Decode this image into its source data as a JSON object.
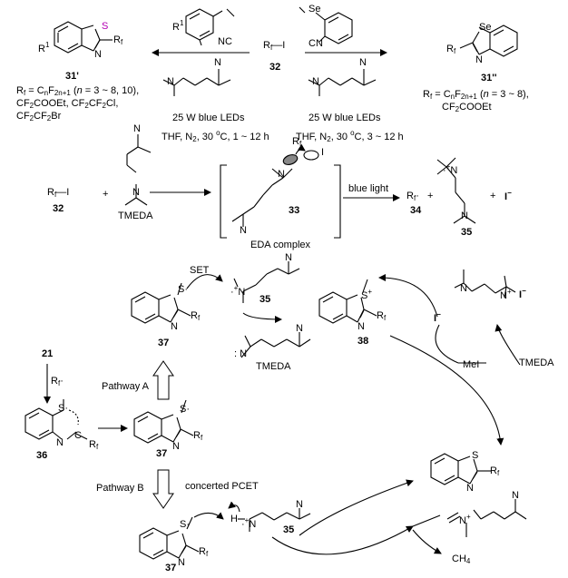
{
  "top": {
    "left_product": {
      "label": "31'",
      "sub_line1": "R",
      "sub_line1b": "f",
      "sub_line1c": " = C",
      "sub_line1d": "n",
      "sub_line1e": "F",
      "sub_line1f": "2n+1",
      "sub_line1g": " (n = 3 ~ 8, 10),",
      "sub_line2": "CF2COOEt, CF2CF2Cl,",
      "sub_line3": "CF2CF2Br"
    },
    "reagent_label": "32",
    "left_conditions": [
      "25 W blue LEDs",
      "THF, N2, 30 oC, 1 ~ 12 h"
    ],
    "right_conditions": [
      "25 W blue LEDs",
      "THF, N2, 30 oC, 3 ~ 12 h"
    ],
    "right_product": {
      "label": "31''",
      "sub_line1": "Rf = CnF2n+1 (n = 3 ~ 8),",
      "sub_line2": "CF2COOEt"
    }
  },
  "eda": {
    "rfi": "Rf—I",
    "num32": "32",
    "plus": "+",
    "tmeda": "TMEDA",
    "complex_num": "33",
    "complex_caption": "EDA complex",
    "arrow_label": "blue light",
    "rf_radical": "Rf·",
    "num34": "34",
    "plus2": "+",
    "num35": "35",
    "iodide": "I"
  },
  "mechanism": {
    "set": "SET",
    "num35a": "35",
    "num37a": "37",
    "tmeda2": "TMEDA",
    "num38": "38",
    "num21": "21",
    "rf_radical2": "Rf·",
    "pathway_a": "Pathway A",
    "num36": "36",
    "num37b": "37",
    "pathway_b": "Pathway B",
    "concerted": "concerted PCET",
    "num35b": "35",
    "num37c": "37",
    "mei": "MeI",
    "tmeda3": "TMEDA",
    "iodide2": "I",
    "iodide3": "I",
    "ch4": "CH4"
  }
}
